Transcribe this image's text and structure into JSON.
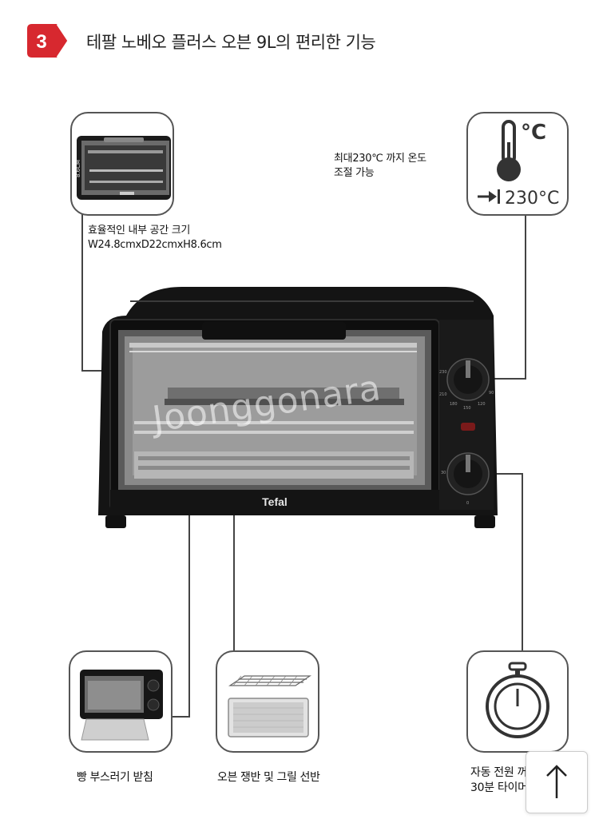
{
  "header": {
    "badge_number": "3",
    "title": "테팔 노베오 플러스 오븐 9L의 편리한 기능"
  },
  "callouts": {
    "interior": {
      "line1": "효율적인 내부 공간 크기",
      "line2": "W24.8cmxD22cmxH8.6cm"
    },
    "temperature": {
      "line1": "최대230℃ 까지 온도",
      "line2": "조절 가능",
      "icon_unit": "°C",
      "icon_value": "230°C"
    }
  },
  "oven": {
    "brand": "Tefal",
    "dial_ticks_top": [
      "230",
      "210",
      "180",
      "150",
      "120",
      "90"
    ],
    "dial_ticks_bottom": [
      "30",
      "0"
    ]
  },
  "bottom_labels": {
    "crumb_tray": "빵 부스러기 받침",
    "tray_rack": "오븐 쟁반 및 그릴 선반",
    "timer_line1": "자동 전원 꺼짐 기능",
    "timer_line2": "30분 타이머 기능"
  },
  "watermark_text": "Joonggonara",
  "colors": {
    "badge_red": "#d7282f",
    "line_gray": "#444444"
  },
  "icons": {
    "badge": "red-number-badge",
    "thermometer": "thermometer-icon",
    "timer": "stopwatch-icon",
    "scroll": "arrow-up-icon"
  }
}
